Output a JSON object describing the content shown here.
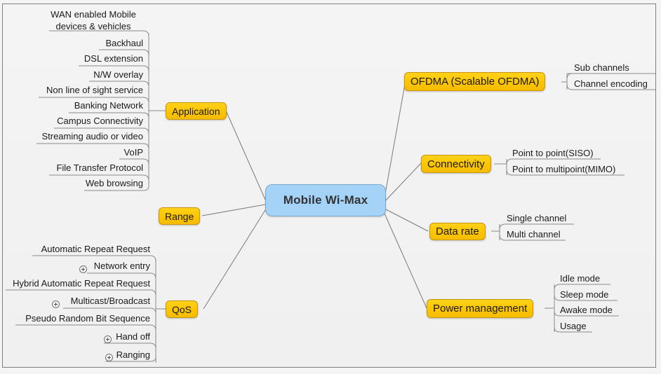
{
  "diagram": {
    "title": "Mobile Wi-Max",
    "type": "mind-map",
    "colors": {
      "center_fill": "#a5d2f7",
      "center_border": "#7aa9d0",
      "branch_fill": "#fcc500",
      "branch_border": "#c9960b",
      "connector": "#7a7a7a",
      "canvas": "#f4f4f4",
      "text": "#1a1a1a"
    }
  },
  "center": {
    "label": "Mobile Wi-Max"
  },
  "branches": {
    "application": {
      "label": "Application",
      "children": [
        {
          "label": "WAN enabled Mobile devices & vehicles",
          "expander": false
        },
        {
          "label": "Backhaul",
          "expander": false
        },
        {
          "label": "DSL extension",
          "expander": false
        },
        {
          "label": "N/W overlay",
          "expander": false
        },
        {
          "label": "Non line of sight service",
          "expander": false
        },
        {
          "label": "Banking Network",
          "expander": false
        },
        {
          "label": "Campus Connectivity",
          "expander": false
        },
        {
          "label": "Streaming audio or video",
          "expander": false
        },
        {
          "label": "VoIP",
          "expander": false
        },
        {
          "label": "File Transfer Protocol",
          "expander": false
        },
        {
          "label": "Web browsing",
          "expander": false
        }
      ]
    },
    "range": {
      "label": "Range",
      "children": []
    },
    "qos": {
      "label": "QoS",
      "children": [
        {
          "label": "Automatic Repeat Request",
          "expander": false
        },
        {
          "label": "Network entry",
          "expander": true
        },
        {
          "label": "Hybrid Automatic Repeat Request",
          "expander": false
        },
        {
          "label": "Multicast/Broadcast",
          "expander": true
        },
        {
          "label": "Pseudo Random Bit Sequence",
          "expander": false
        },
        {
          "label": "Hand off",
          "expander": true
        },
        {
          "label": "Ranging",
          "expander": true
        }
      ]
    },
    "ofdma": {
      "label": "OFDMA (Scalable OFDMA)",
      "children": [
        {
          "label": "Sub channels",
          "expander": false
        },
        {
          "label": "Channel encoding",
          "expander": false
        }
      ]
    },
    "connectivity": {
      "label": "Connectivity",
      "children": [
        {
          "label": "Point to point(SISO)",
          "expander": false
        },
        {
          "label": "Point to multipoint(MIMO)",
          "expander": false
        }
      ]
    },
    "datarate": {
      "label": "Data rate",
      "children": [
        {
          "label": "Single channel",
          "expander": false
        },
        {
          "label": "Multi channel",
          "expander": false
        }
      ]
    },
    "power": {
      "label": "Power management",
      "children": [
        {
          "label": "Idle mode",
          "expander": false
        },
        {
          "label": "Sleep mode",
          "expander": false
        },
        {
          "label": "Awake mode",
          "expander": false
        },
        {
          "label": "Usage",
          "expander": false
        }
      ]
    }
  }
}
